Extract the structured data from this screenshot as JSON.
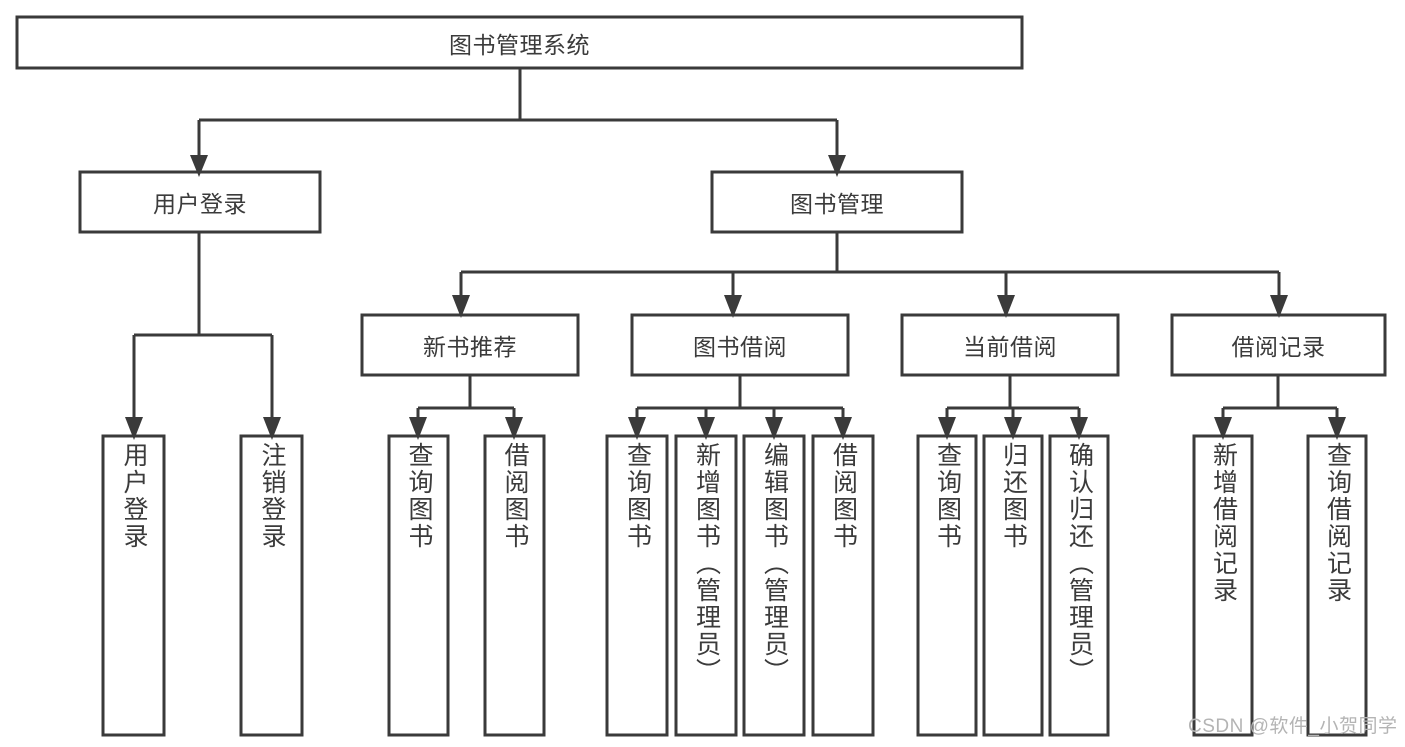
{
  "diagram": {
    "title": "图书管理系统",
    "type": "tree",
    "watermark": "CSDN @软件_小贺同学",
    "colors": {
      "box_stroke": "#3a3a3a",
      "box_fill": "#ffffff",
      "text": "#3b3b3b",
      "connector": "#3a3a3a",
      "watermark": "#b4b4b4",
      "background": "#ffffff"
    },
    "levels": {
      "root": {
        "label": "图书管理系统"
      },
      "level2": [
        {
          "label": "用户登录"
        },
        {
          "label": "图书管理"
        }
      ],
      "level3": [
        {
          "label": "新书推荐"
        },
        {
          "label": "图书借阅"
        },
        {
          "label": "当前借阅"
        },
        {
          "label": "借阅记录"
        }
      ],
      "leaves": {
        "user_login": [
          {
            "label": "用户登录"
          },
          {
            "label": "注销登录"
          }
        ],
        "new_book": [
          {
            "label": "查询图书"
          },
          {
            "label": "借阅图书"
          }
        ],
        "book_borrow": [
          {
            "label": "查询图书"
          },
          {
            "label": "新增图书（管理员）"
          },
          {
            "label": "编辑图书（管理员）"
          },
          {
            "label": "借阅图书"
          }
        ],
        "current_borrow": [
          {
            "label": "查询图书"
          },
          {
            "label": "归还图书"
          },
          {
            "label": "确认归还（管理员）"
          }
        ],
        "borrow_record": [
          {
            "label": "新增借阅记录"
          },
          {
            "label": "查询借阅记录"
          }
        ]
      }
    }
  }
}
